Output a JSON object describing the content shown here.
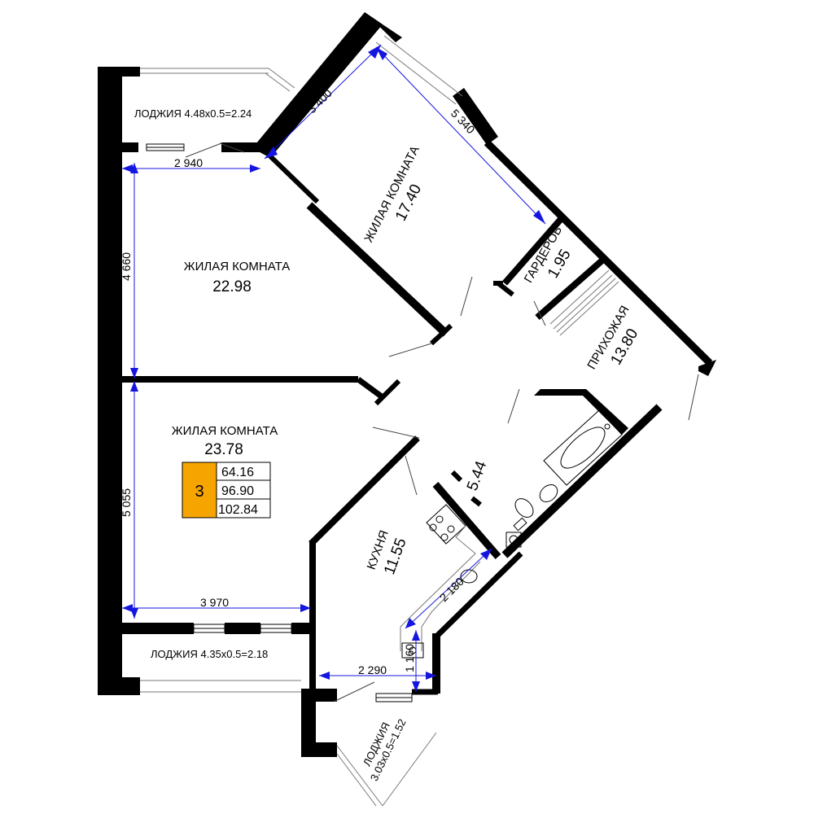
{
  "rooms": {
    "living_top": {
      "name": "ЖИЛАЯ КОМНАТА",
      "area": "17.40"
    },
    "living_mid": {
      "name": "ЖИЛАЯ КОМНАТА",
      "area": "22.98"
    },
    "living_bottom": {
      "name": "ЖИЛАЯ КОМНАТА",
      "area": "23.78"
    },
    "wardrobe": {
      "name": "ГАРДЕРОБ",
      "area": "1.95"
    },
    "hallway": {
      "name": "ПРИХОЖАЯ",
      "area": "13.80"
    },
    "bathroom": {
      "area": "5.44"
    },
    "kitchen": {
      "name": "КУХНЯ",
      "area": "11.55"
    }
  },
  "loggias": {
    "top": "ЛОДЖИЯ 4.48х0.5=2.24",
    "bottom": "ЛОДЖИЯ 4.35х0.5=2.18",
    "corner_line1": "ЛОДЖИЯ",
    "corner_line2": "3.03х0.5=1.52"
  },
  "dimensions": {
    "d3400": "3 400",
    "d5340": "5 340",
    "d2940": "2 940",
    "d4660": "4 660",
    "d5055": "5 055",
    "d3970": "3 970",
    "d2180": "2 180",
    "d2290": "2 290",
    "d1160": "1 160"
  },
  "summary": {
    "rooms_count": "3",
    "living_area": "64.16",
    "total_area": "96.90",
    "total_with_loggias": "102.84"
  },
  "colors": {
    "wall": "#000000",
    "dimension": "#1515e0",
    "badge": "#f5a400"
  }
}
